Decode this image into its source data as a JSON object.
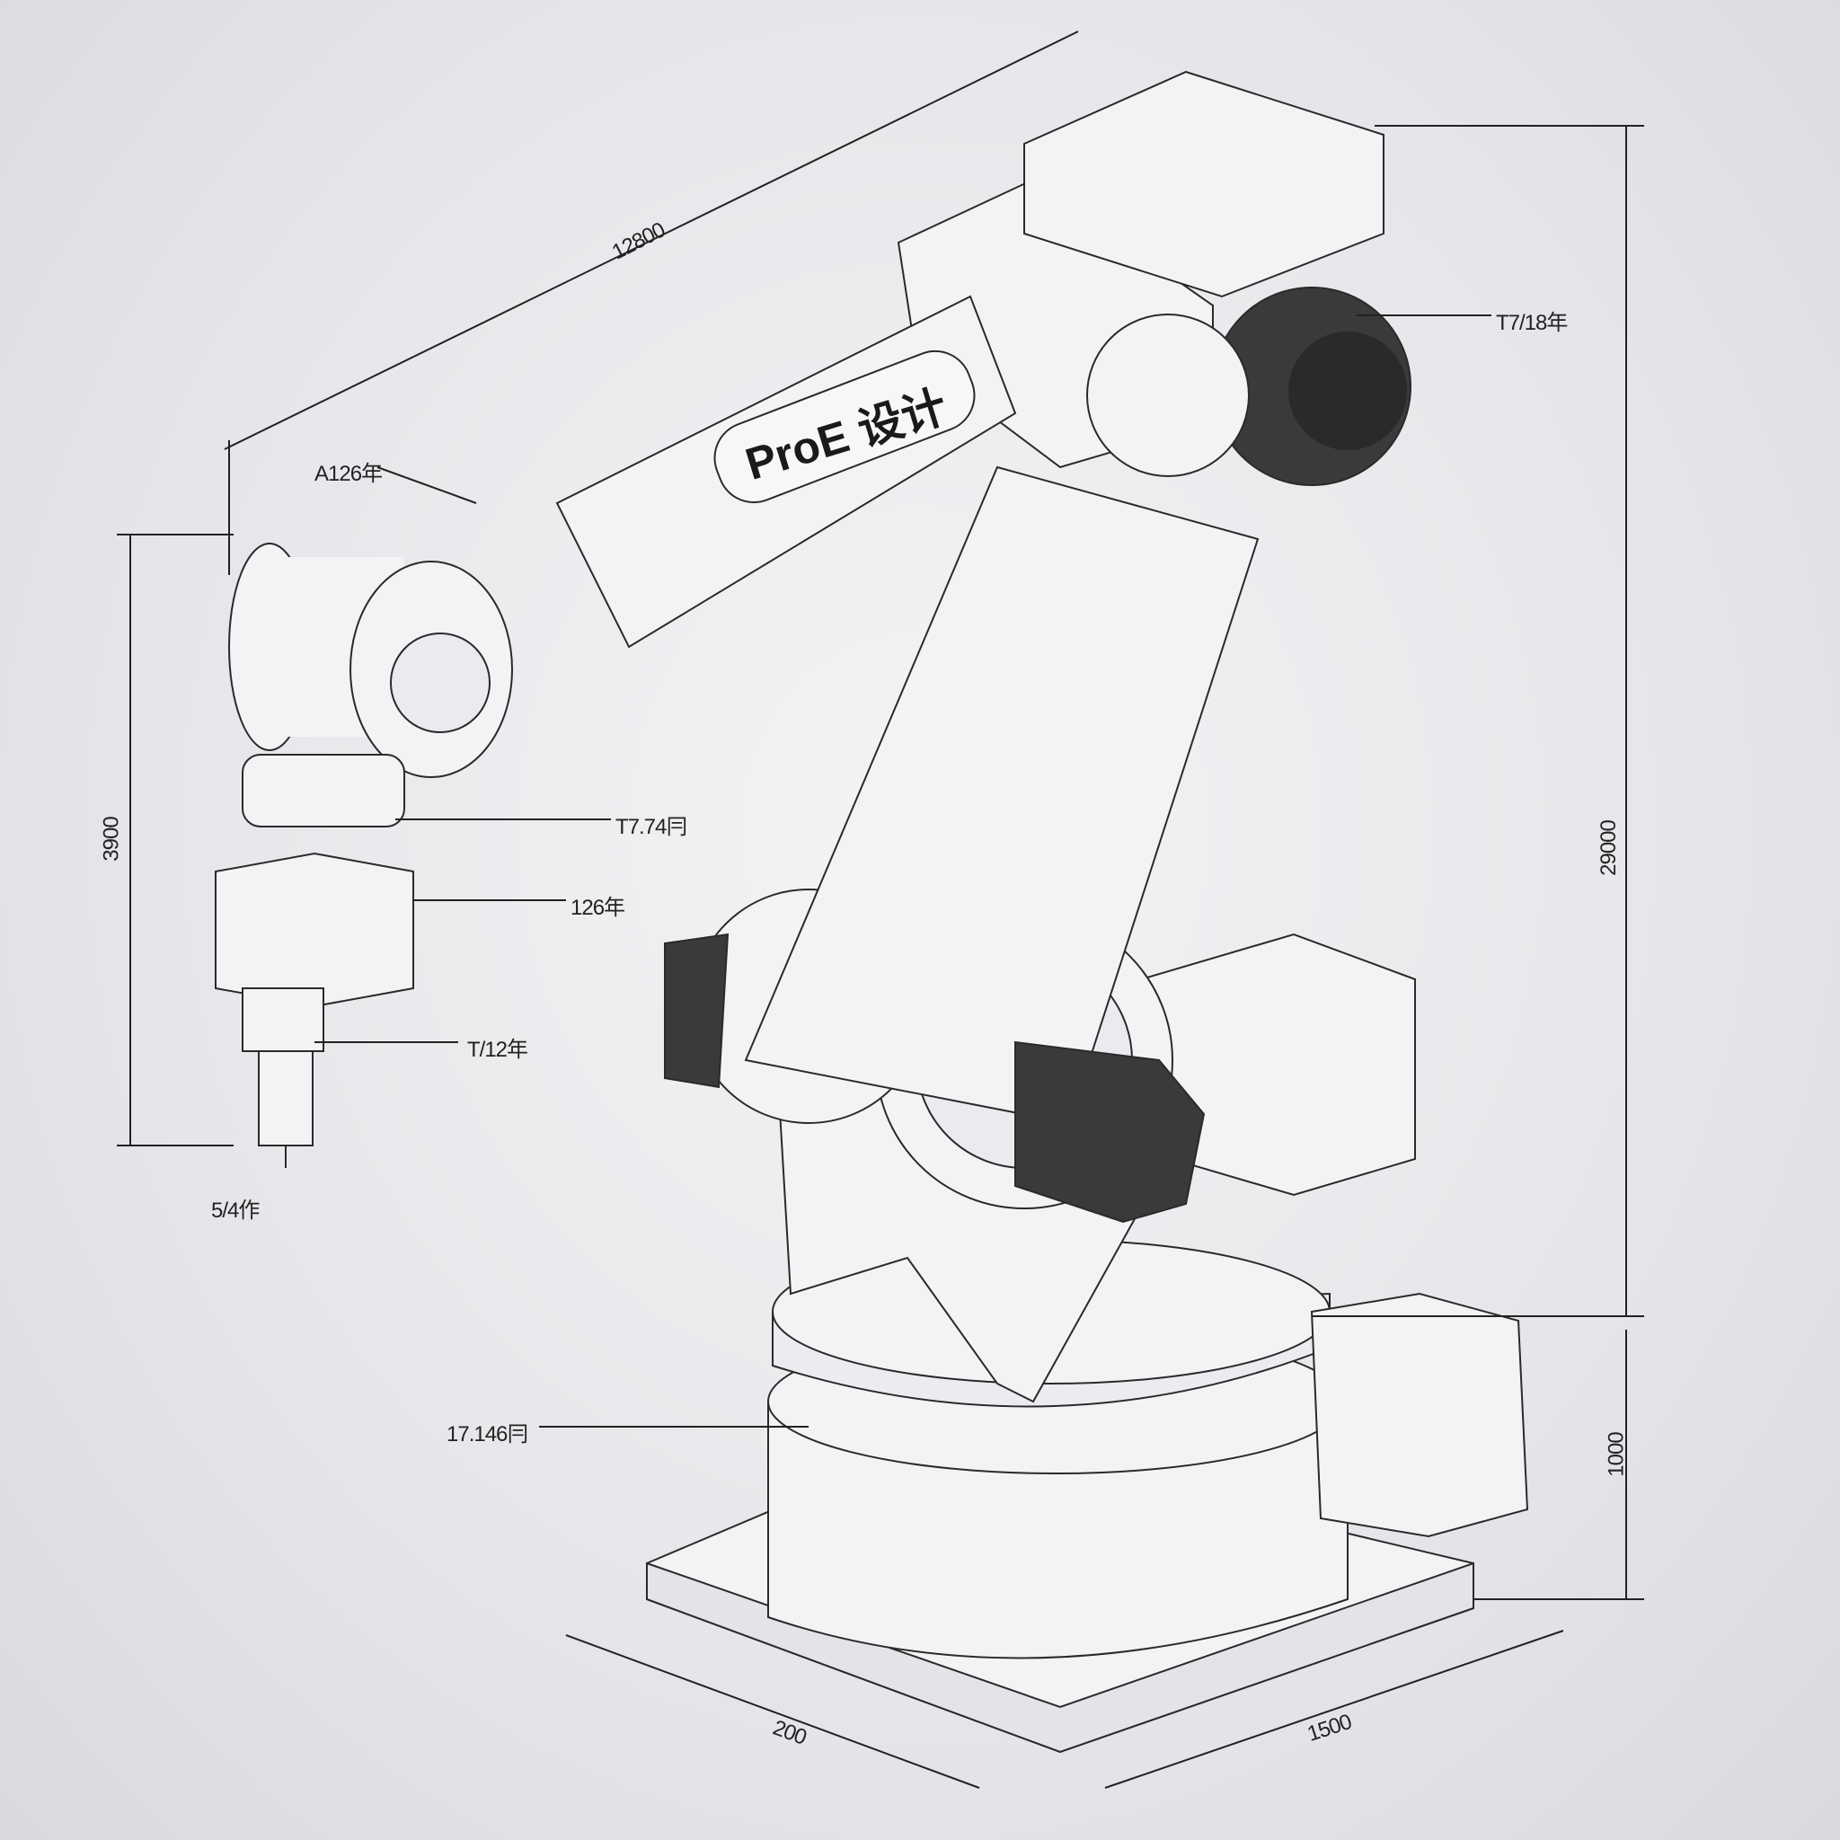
{
  "title_mark": "ProE 设计",
  "dimensions": {
    "arm_length": "12800",
    "left_height": "3900",
    "right_height": "29000",
    "base_height": "1000",
    "base_depth": "200",
    "base_width": "1500"
  },
  "callouts": {
    "motor_j4": "T7/18年",
    "elbow": "A126年",
    "wrist_flange": "T7.74冃",
    "tool_block": "126年",
    "tool_tip": "T/12年",
    "tip_size": "5/4作",
    "base_ring": "17.146冃"
  },
  "colors": {
    "line": "#2a2a2a",
    "body": "#f3f2f5",
    "motor": "#3a3a3a"
  }
}
